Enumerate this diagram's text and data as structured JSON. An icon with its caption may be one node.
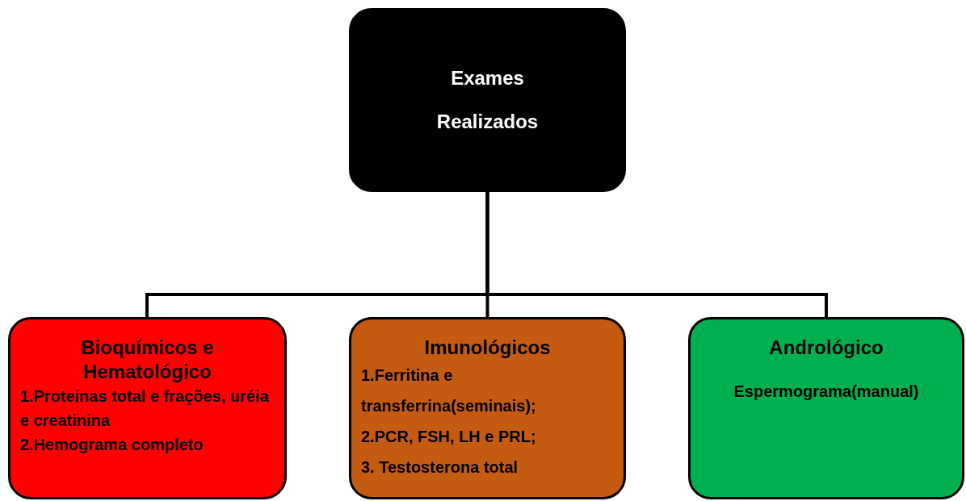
{
  "diagram": {
    "nodes": [
      {
        "text": [
          "Exames Realizados"
        ]
      },
      {
        "text": [
          "Bioquímicos e Hematológico",
          "1.Proteinas total e frações, uréia e creatinina",
          "2.Hemograma completo"
        ]
      },
      {
        "text": [
          "Imunológicos",
          "1.Ferritina e transferrina(seminais);",
          "2.PCR, FSH, LH e PRL;",
          "3. Testosterona total"
        ]
      },
      {
        "text": [
          "Andrológico",
          "Espermograma(manual)"
        ]
      }
    ],
    "edges": [
      {
        "from": 0,
        "to": 1,
        "arrow": "none"
      },
      {
        "from": 0,
        "to": 2,
        "arrow": "none"
      },
      {
        "from": 0,
        "to": 3,
        "arrow": "none"
      }
    ]
  }
}
